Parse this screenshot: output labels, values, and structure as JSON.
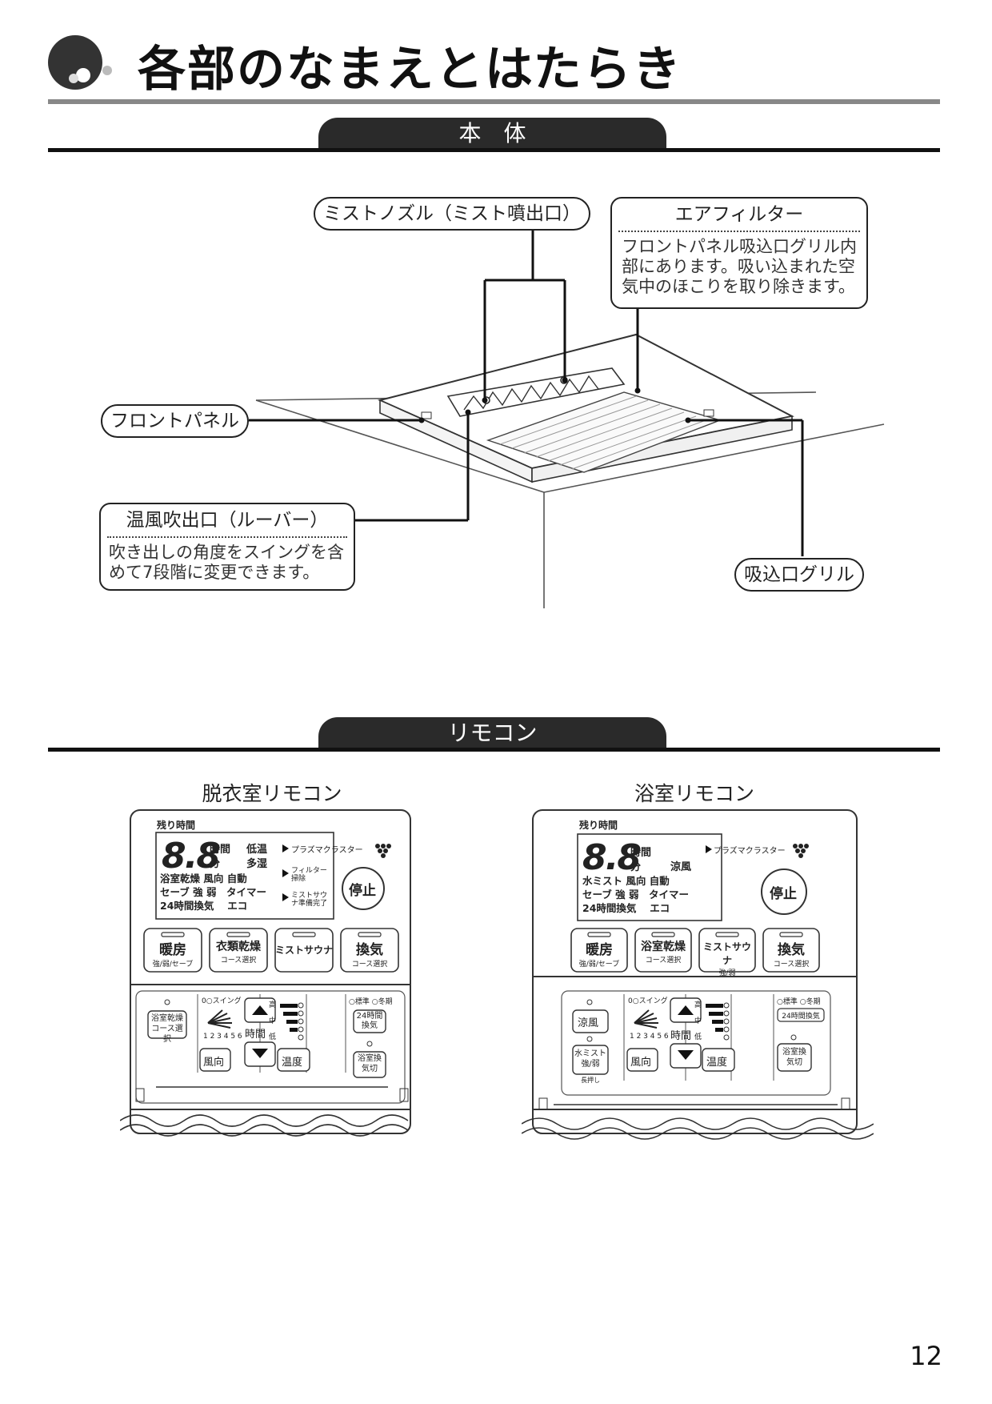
{
  "title": "各部のなまえとはたらき",
  "sections": {
    "body": "本　体",
    "remote": "リモコン"
  },
  "labels": {
    "mist_nozzle": "ミストノズル（ミスト噴出口）",
    "air_filter": "エアフィルター",
    "air_filter_desc": [
      "フロントパネル吸込口グリル内",
      "部にあります。吸い込まれた空",
      "気中のほこりを取り除きます。"
    ],
    "front_panel": "フロントパネル",
    "louver": "温風吹出口（ルーバー）",
    "louver_desc": [
      "吹き出しの角度をスイングを含",
      "めて7段階に変更できます。"
    ],
    "intake_grill": "吸込口グリル"
  },
  "remote_left": {
    "name": "脱衣室リモコン",
    "remaining_time": "残り時間",
    "digits": "8.8",
    "lcd_rows": [
      [
        "時間",
        "低温"
      ],
      [
        "分",
        "多湿"
      ]
    ],
    "lcd_lines": [
      "浴室乾燥 風向 自動",
      "セーブ 強 弱　タイマー",
      "24時間換気　 エコ"
    ],
    "indicators": [
      "プラズマクラスター",
      "フィルター掃除",
      "ミストサウナ準備完了"
    ],
    "stop": "停止",
    "buttons": [
      {
        "main": "暖房",
        "sub": "強/弱/セーブ"
      },
      {
        "main": "衣類乾燥",
        "sub": "コース選択"
      },
      {
        "main": "ミストサウナ",
        "sub": ""
      },
      {
        "main": "換気",
        "sub": "コース選択"
      }
    ],
    "lower": {
      "left_btn": "浴室乾燥コース選択",
      "swing": "0○スイング",
      "swing_nums": "1 2 3 4 5 6",
      "wind": "風向",
      "time": "時間",
      "temp_levels": [
        "高",
        "中",
        "低"
      ],
      "temp": "温度",
      "mode_top": "○標準 ○冬期",
      "ventilation24": "24時間換気",
      "bath_vent_off": "浴室換気切"
    }
  },
  "remote_right": {
    "name": "浴室リモコン",
    "remaining_time": "残り時間",
    "digits": "8.8",
    "lcd_rows": [
      [
        "時間",
        ""
      ],
      [
        "分",
        "涼風"
      ]
    ],
    "lcd_lines": [
      "水ミスト 風向 自動",
      "セーブ 強 弱　タイマー",
      "24時間換気　 エコ"
    ],
    "indicators": [
      "プラズマクラスター"
    ],
    "stop": "停止",
    "buttons": [
      {
        "main": "暖房",
        "sub": "強/弱/セーブ"
      },
      {
        "main": "浴室乾燥",
        "sub": "コース選択"
      },
      {
        "main": "ミストサウナ",
        "sub": "強/弱"
      },
      {
        "main": "換気",
        "sub": "コース選択"
      }
    ],
    "lower": {
      "cool": "涼風",
      "water_mist": "水ミスト強/弱",
      "long_press": "長押し",
      "swing": "0○スイング",
      "swing_nums": "1 2 3 4 5 6",
      "wind": "風向",
      "time": "時間",
      "temp_levels": [
        "高",
        "中",
        "低"
      ],
      "temp": "温度",
      "mode_top": "○標準 ○冬期",
      "ventilation24": "24時間換気",
      "bath_vent_off": "浴室換気切"
    }
  },
  "page_number": "12"
}
